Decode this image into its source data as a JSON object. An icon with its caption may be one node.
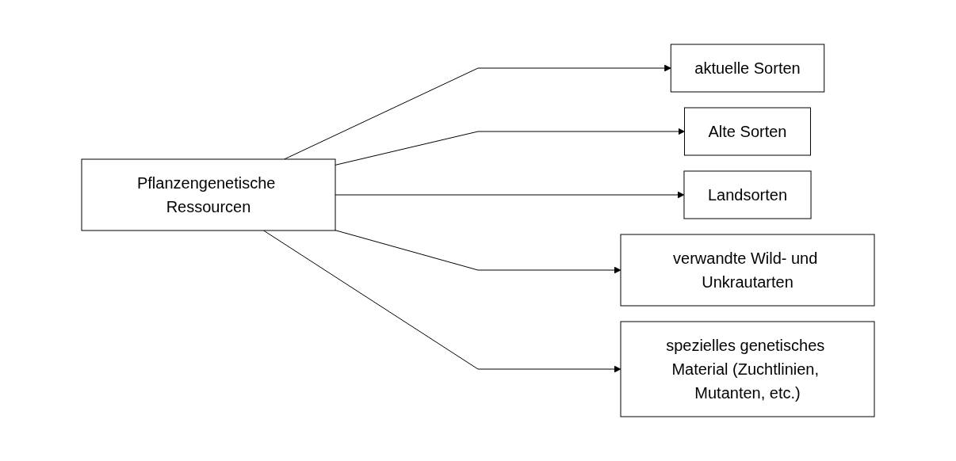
{
  "diagram": {
    "nodes": [
      {
        "text": [
          "Pflanzengenetische Ressourcen"
        ]
      },
      {
        "text": [
          "aktuelle Sorten"
        ]
      },
      {
        "text": [
          "Alte Sorten"
        ]
      },
      {
        "text": [
          "Landsorten"
        ]
      },
      {
        "text": [
          "verwandte Wild- und Unkrautarten"
        ]
      },
      {
        "text": [
          "spezielles genetisches Material (Zuchtlinien, Mutanten, etc.)"
        ]
      }
    ],
    "edges": [
      {
        "from": 0,
        "to": 1,
        "arrow": "to"
      },
      {
        "from": 0,
        "to": 2,
        "arrow": "to"
      },
      {
        "from": 0,
        "to": 3,
        "arrow": "to"
      },
      {
        "from": 0,
        "to": 4,
        "arrow": "to"
      },
      {
        "from": 0,
        "to": 5,
        "arrow": "to"
      }
    ]
  }
}
